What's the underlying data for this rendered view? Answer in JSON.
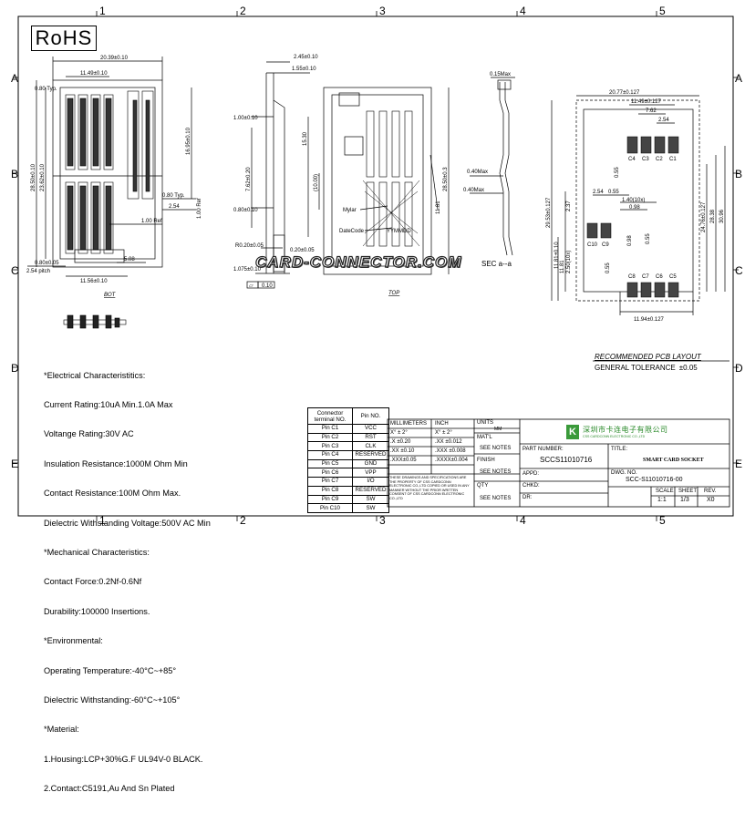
{
  "sheet": {
    "column_markers": [
      "1",
      "2",
      "3",
      "4",
      "5"
    ],
    "row_markers": [
      "A",
      "B",
      "C",
      "D",
      "E"
    ]
  },
  "rohs": "RoHS",
  "watermark": "CARD-CONNECTOR.COM",
  "bottom_view": {
    "label": "BOT",
    "dims": {
      "overall_width": "20.39±0.10",
      "inner_width": "11.49±0.10",
      "pitch_typ": "0.80 Typ.",
      "height_left": "28.50±0.10",
      "height_inner": "23.62±0.10",
      "height_right": "16.95±0.10",
      "pin_typ": "0.80 Typ.",
      "pin_len": "2.54",
      "ref_1": "1.00 Ref",
      "ref_right": "1.00 Ref",
      "bottom_small": "0.80±0.05",
      "pitch": "2.54 pitch",
      "offset": "5.08",
      "bottom_width": "11.56±0.10"
    }
  },
  "side_view": {
    "dims": {
      "top_1": "2.45±0.10",
      "top_2": "1.55±0.10",
      "left_1": "1.00±0.10",
      "mid": "7.62±0.20",
      "pad": "0.80±0.10",
      "radius": "R0.20±0.05",
      "thick": "0.20±0.05",
      "foot": "1.075±0.10",
      "flatness": "0.10"
    }
  },
  "top_view": {
    "label": "TOP",
    "dims": {
      "d1": "15.30",
      "d2": "(10.00)",
      "d3": "11.81",
      "d4": "28.50±0.3"
    },
    "mylar_label": "Mylar",
    "datecode_label": "DateCode",
    "datecode_value": "YYMMDD"
  },
  "section_view": {
    "label": "SEC a--a",
    "dims": {
      "top": "0.15Max",
      "mid": "0.40Max",
      "low": "0.40Max"
    }
  },
  "pcb_layout": {
    "title": "RECOMMENDED PCB LAYOUT",
    "tolerance_label": "GENERAL TOLERANCE",
    "tolerance_value": "±0.05",
    "dims": {
      "w_outer": "20.77±0.127",
      "w_inner": "11.49±0.127",
      "pitch": "7.62",
      "pad_pitch": "2.54",
      "row_gap": "0.55",
      "x_pitch": "2.54",
      "x_small": "0.55",
      "hole": "1.40(10x)",
      "hole_off": "0.98",
      "left_h": "2.37",
      "overall_h": "29.53±0.127",
      "left_1": "11.81±0.10",
      "left_2": "11.81",
      "left_3": "2.50(10x)",
      "c_off": "0.98",
      "c_mid": "0.55",
      "c_gap": "0.55",
      "right_h": "24.76±0.127",
      "right_2": "28.38",
      "right_3": "30.96",
      "bottom_w": "11.94±0.127"
    },
    "top_row": [
      "C4",
      "C3",
      "C2",
      "C1"
    ],
    "mid_row": [
      "C10",
      "C9"
    ],
    "bottom_row": [
      "C8",
      "C7",
      "C6",
      "C5"
    ]
  },
  "specs": {
    "lines": [
      "*Electrical Characteristitics:",
      "Current Rating:10uA Min.1.0A Max",
      "Voltange Rating:30V AC",
      "Insulation Resistance:1000M Ohm Min",
      "Contact Resistance:100M Ohm Max.",
      "Dielectric Withstanding Voltage:500V AC Min",
      "*Mechanical Characteristics:",
      "Contact Force:0.2Nf-0.6Nf",
      "Durability:100000 Insertions.",
      "*Environmental:",
      "Operating Temperature:-40°C~+85°",
      "Dielectric Withstanding:-60°C~+105°",
      "*Material:",
      "1.Housing:LCP+30%G.F UL94V-0 BLACK.",
      "2.Contact:C5191,Au And Sn Plated"
    ]
  },
  "pin_table": {
    "headers": [
      "Connector terminal NO.",
      "Pin NO."
    ],
    "rows": [
      [
        "Pin C1",
        "VCC"
      ],
      [
        "Pin C2",
        "RST"
      ],
      [
        "Pin C3",
        "CLK"
      ],
      [
        "Pin C4",
        "RESERVED"
      ],
      [
        "Pin C5",
        "GND"
      ],
      [
        "Pin C6",
        "VPP"
      ],
      [
        "Pin C7",
        "I/O"
      ],
      [
        "Pin C8",
        "RESERVED"
      ],
      [
        "Pin C9",
        "SW"
      ],
      [
        "Pin C10",
        "SW"
      ]
    ]
  },
  "title_block": {
    "mm_label": "MILLIMETERS",
    "inch_label": "INCH",
    "units_label": "UNITS",
    "units_value": "MM",
    "tol_rows": [
      [
        "X°  ± 2°",
        "X°  ± 2°"
      ],
      [
        ".X  ±0.20",
        ".XX  ±0.012"
      ],
      [
        ".XX  ±0.10",
        ".XXX  ±0.008"
      ],
      [
        ".XXX±0.05",
        ".XXXX±0.004"
      ]
    ],
    "matl_label": "MAT'L",
    "finish_label": "FINISH",
    "qty_label": "QTY",
    "see_notes": "SEE NOTES",
    "notice": "THESE DRAWINGS AND SPECIFICATIONS ARE THE PROPERTY OF CSS CARDCONN ELECTRONIC CO.,LTD COPIED OR USED IN ANY MANNER WITHOUT THE PRIOR WRITTEN CONSENT OF CSS CARDCONN ELECTRONIC CO.,LTD",
    "company_cn": "深圳市卡连电子有限公司",
    "company_en": "CSS CARDCONN ELECTRONIC CO.,LTD",
    "logo": "K",
    "part_number_label": "PART NUMBER:",
    "part_number": "SCCS11010716",
    "title_label": "TITLE:",
    "title": "SMART CARD SOCKET",
    "appd_label": "APPD:",
    "chkd_label": "CHKD:",
    "dr_label": "DR:",
    "dwg_label": "DWG. NO.",
    "dwg_no": "SCC-S11010716-00",
    "scale_label": "SCALE",
    "sheet_label": "SHEET",
    "rev_label": "REV.",
    "scale": "1:1",
    "sheet": "1/3",
    "rev": "X0"
  }
}
